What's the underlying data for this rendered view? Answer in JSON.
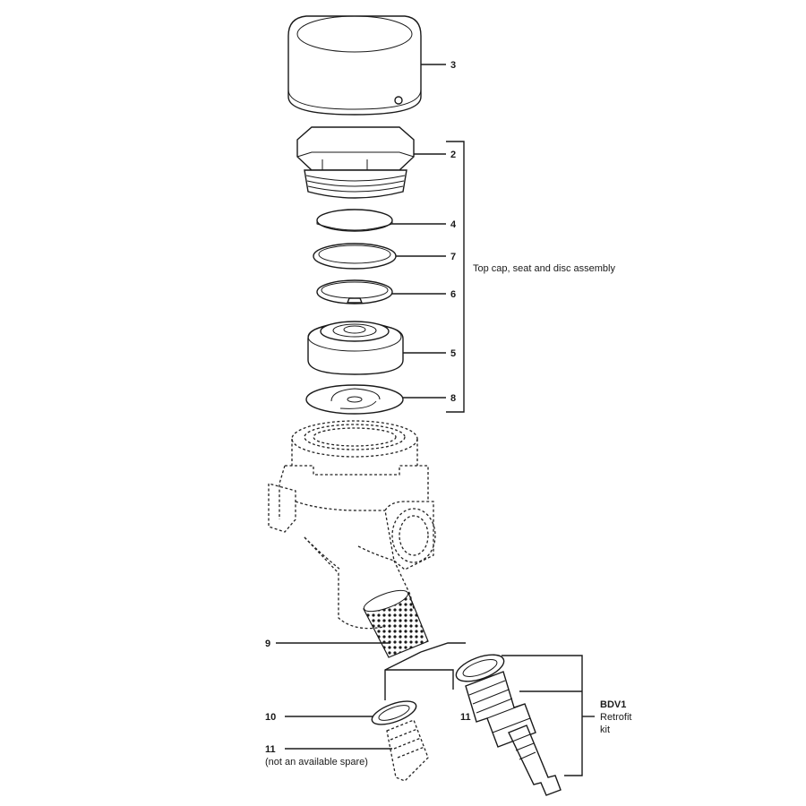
{
  "callouts": {
    "top_cap": "3",
    "cap_nut": "2",
    "disc": "4",
    "ring": "7",
    "circlip": "6",
    "seat": "5",
    "gasket": "8",
    "screen": "9",
    "plug_gasket": "10",
    "plug": "11",
    "bdv_gasket": "11"
  },
  "labels": {
    "assembly": "Top cap, seat and disc assembly",
    "not_spare": "(not an available spare)",
    "kit_title": "BDV1",
    "kit_line2": "Retrofit",
    "kit_line3": "kit"
  },
  "colors": {
    "top_cap_fill": "#f4c9c9",
    "line": "#1a1a1a"
  }
}
